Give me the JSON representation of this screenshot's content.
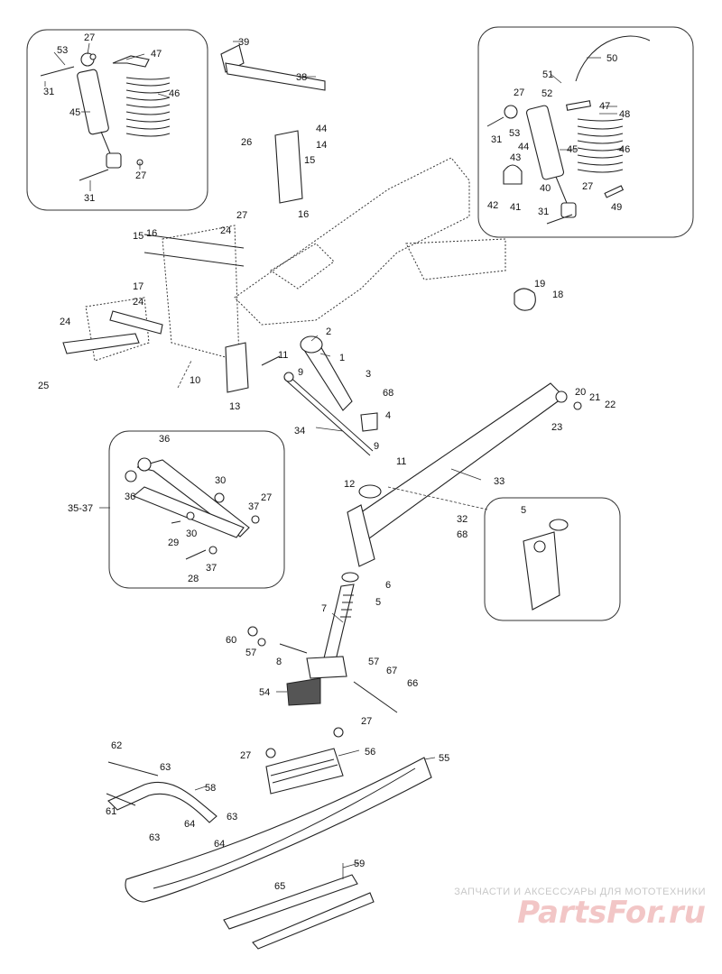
{
  "diagram": {
    "callouts": {
      "c1": "1",
      "c2": "2",
      "c3": "3",
      "c4": "4",
      "c5a": "5",
      "c5b": "5",
      "c6": "6",
      "c7": "7",
      "c8": "8",
      "c9a": "9",
      "c9b": "9",
      "c10": "10",
      "c11a": "11",
      "c11b": "11",
      "c12": "12",
      "c13": "13",
      "c14": "14",
      "c15a": "15",
      "c15b": "15",
      "c16a": "16",
      "c16b": "16",
      "c17": "17",
      "c18": "18",
      "c19": "19",
      "c20": "20",
      "c21": "21",
      "c22": "22",
      "c23": "23",
      "c24a": "24",
      "c24b": "24",
      "c24c": "24",
      "c25": "25",
      "c26": "26",
      "c27a": "27",
      "c27b": "27",
      "c27c": "27",
      "c27d": "27",
      "c27e": "27",
      "c27f": "27",
      "c27g": "27",
      "c27h": "27",
      "c28": "28",
      "c29": "29",
      "c30a": "30",
      "c30b": "30",
      "c31a": "31",
      "c31b": "31",
      "c31c": "31",
      "c31d": "31",
      "c32": "32",
      "c33": "33",
      "c34": "34",
      "c35": "35-37",
      "c36a": "36",
      "c36b": "36",
      "c37a": "37",
      "c37b": "37",
      "c38": "38",
      "c39": "39",
      "c40": "40",
      "c41": "41",
      "c42": "42",
      "c43": "43",
      "c44a": "44",
      "c44b": "44",
      "c45a": "45",
      "c45b": "45",
      "c46a": "46",
      "c46b": "46",
      "c47a": "47",
      "c47b": "47",
      "c48": "48",
      "c49": "49",
      "c50": "50",
      "c51": "51",
      "c52": "52",
      "c53a": "53",
      "c53b": "53",
      "c54": "54",
      "c55": "55",
      "c56": "56",
      "c57a": "57",
      "c57b": "57",
      "c58": "58",
      "c59": "59",
      "c60": "60",
      "c61": "61",
      "c62": "62",
      "c63a": "63",
      "c63b": "63",
      "c63c": "63",
      "c64a": "64",
      "c64b": "64",
      "c65": "65",
      "c66": "66",
      "c67": "67",
      "c68a": "68",
      "c68b": "68"
    }
  },
  "watermark": {
    "caption": "ЗАПЧАСТИ И АКСЕССУАРЫ ДЛЯ МОТОТЕХНИКИ",
    "logo": "PartsFor.ru"
  }
}
